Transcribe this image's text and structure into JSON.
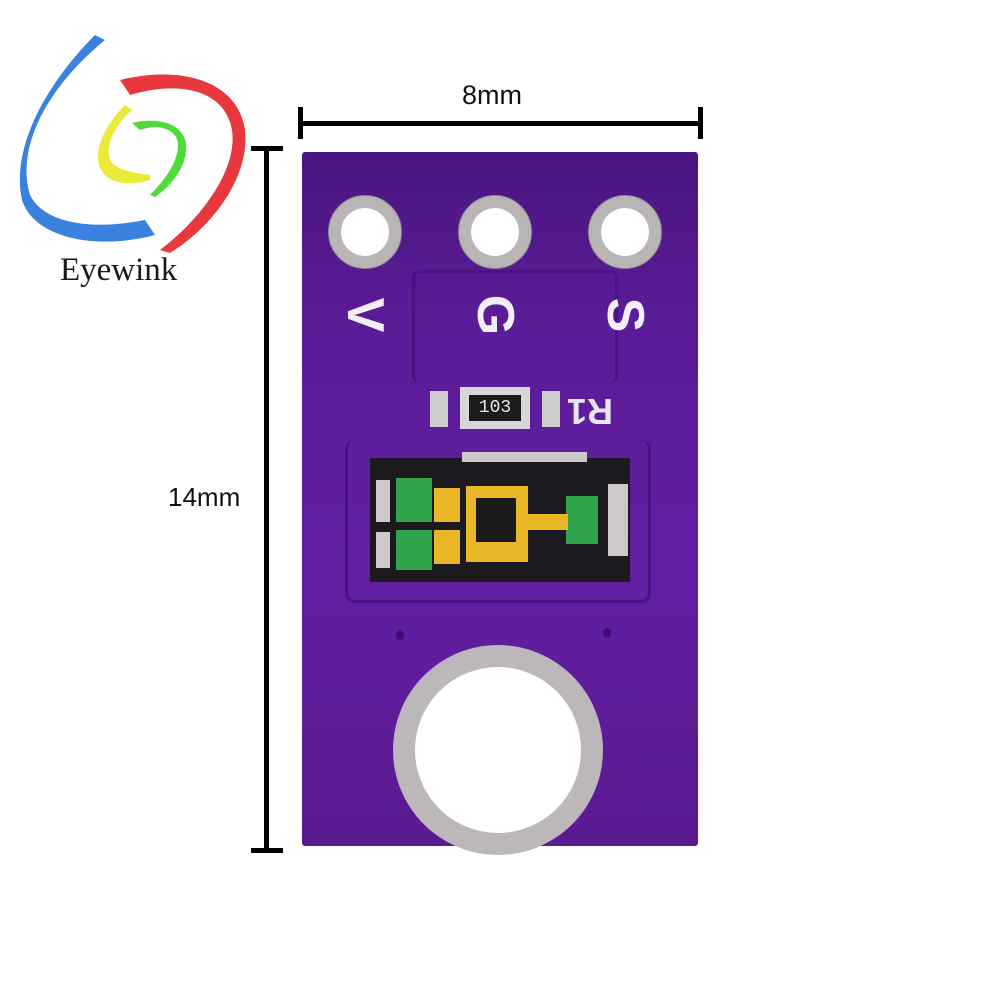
{
  "brand": {
    "name": "Eyewink",
    "logo_colors": {
      "blue": "#3b82e0",
      "red": "#e8383d",
      "yellow": "#eaea3a",
      "green": "#4fdc3a"
    }
  },
  "dimensions": {
    "width_label": "8mm",
    "height_label": "14mm"
  },
  "board": {
    "color": "#5b1c98",
    "pin_labels": [
      "V",
      "G",
      "S"
    ],
    "resistor": {
      "code": "103",
      "designator": "R1"
    },
    "components": [
      "header-pads",
      "resistor",
      "sensor-chip",
      "mounting-hole"
    ]
  }
}
